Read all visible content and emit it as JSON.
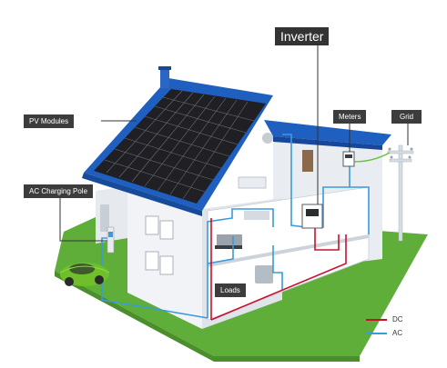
{
  "labels": {
    "inverter": "Inverter",
    "pv_modules": "PV Modules",
    "meters": "Meters",
    "grid": "Grid",
    "ac_charging_pole": "AC Charging Pole",
    "loads": "Loads"
  },
  "legend": {
    "dc": "DC",
    "ac": "AC"
  },
  "colors": {
    "dc_line": "#c8102e",
    "ac_line": "#3a9bd9",
    "roof_blue": "#1f5fbf",
    "lawn_green": "#5fae3a",
    "label_bg": "#3c3c3c"
  },
  "icons": {
    "car": "electric-car-icon",
    "inverter": "inverter-device-icon",
    "meter": "meter-device-icon",
    "pole": "utility-pole-icon"
  }
}
